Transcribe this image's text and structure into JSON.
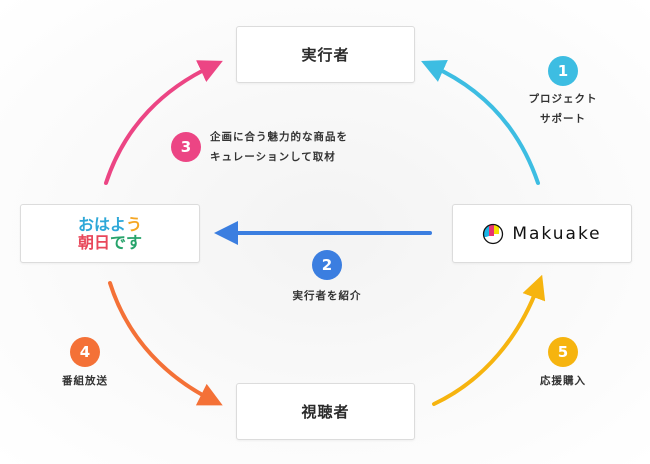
{
  "nodes": {
    "executor": "実行者",
    "viewer": "視聴者",
    "ohayo_logo": {
      "line1": [
        "お",
        "は",
        "よ",
        "う"
      ],
      "line2": [
        "朝",
        "日",
        "で",
        "す"
      ]
    },
    "makuake_logo": {
      "text": "Makuake"
    }
  },
  "steps": [
    {
      "number": "1",
      "color": "#3dbde2",
      "label_lines": [
        "プロジェクト",
        "サポート"
      ]
    },
    {
      "number": "2",
      "color": "#3b7ee0",
      "label_lines": [
        "実行者を紹介"
      ]
    },
    {
      "number": "3",
      "color": "#ec4584",
      "label_lines": [
        "企画に合う魅力的な商品を",
        "キュレーションして取材"
      ]
    },
    {
      "number": "4",
      "color": "#f47137",
      "label_lines": [
        "番組放送"
      ]
    },
    {
      "number": "5",
      "color": "#f6b40f",
      "label_lines": [
        "応援購入"
      ]
    }
  ],
  "ohayo_colors": {
    "o": "#2ea8d8",
    "ha": "#2ea8d8",
    "yo": "#2ea8d8",
    "u": "#f5a623",
    "asa": "#e8475a",
    "hi": "#e8475a",
    "de": "#27a36b",
    "su": "#27a36b"
  }
}
